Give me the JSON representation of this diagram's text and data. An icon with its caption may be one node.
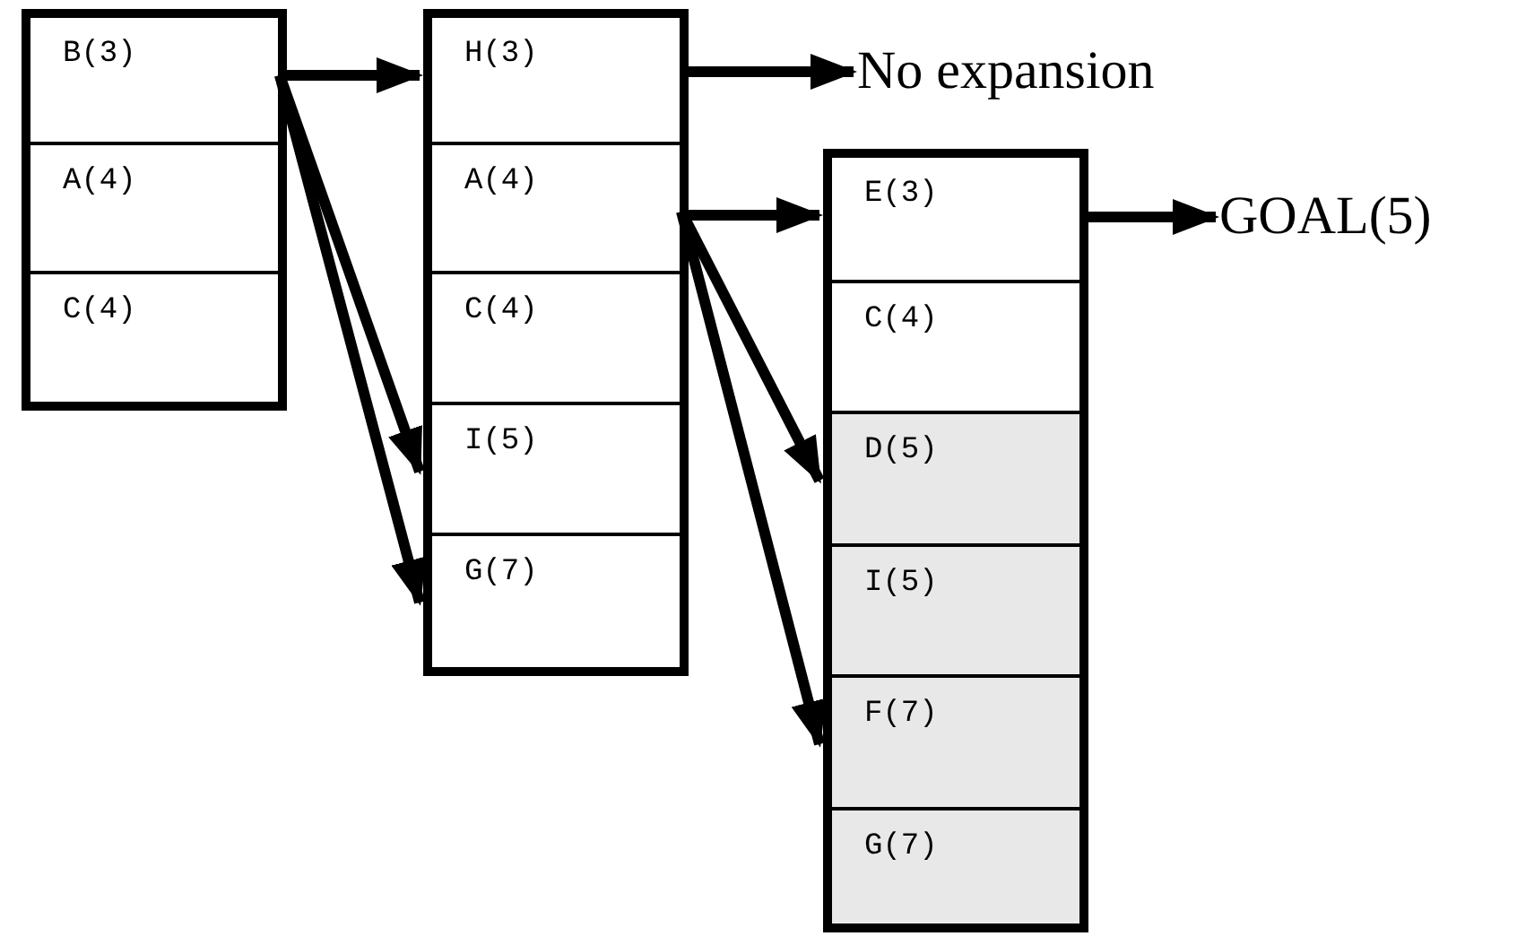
{
  "diagram": {
    "nodes": [
      {
        "text": [],
        "shape": "box"
      },
      {
        "text": [
          "B(3)"
        ],
        "in": 0
      },
      {
        "text": [
          "A(4)"
        ],
        "in": 0
      },
      {
        "text": [
          "C(4)"
        ],
        "in": 0
      },
      {
        "text": [],
        "shape": "box"
      },
      {
        "text": [
          "H(3)"
        ],
        "in": 4
      },
      {
        "text": [
          "A(4)"
        ],
        "in": 4
      },
      {
        "text": [
          "C(4)"
        ],
        "in": 4
      },
      {
        "text": [
          "I(5)"
        ],
        "in": 4
      },
      {
        "text": [
          "G(7)"
        ],
        "in": 4
      },
      {
        "text": [
          "No expansion"
        ]
      },
      {
        "text": [],
        "shape": "box"
      },
      {
        "text": [
          "E(3)"
        ],
        "in": 11
      },
      {
        "text": [
          "C(4)"
        ],
        "in": 11
      },
      {
        "text": [
          "D(5)"
        ],
        "in": 11
      },
      {
        "text": [
          "I(5)"
        ],
        "in": 11
      },
      {
        "text": [
          "F(7)"
        ],
        "in": 11
      },
      {
        "text": [
          "G(7)"
        ],
        "in": 11
      },
      {
        "text": [
          "GOAL(5)"
        ]
      }
    ],
    "edges": [
      {
        "from": 1,
        "to": 5,
        "arrow": "to"
      },
      {
        "from": 1,
        "to": 8,
        "arrow": "to"
      },
      {
        "from": 1,
        "to": 9,
        "arrow": "to"
      },
      {
        "from": 5,
        "to": 10,
        "arrow": "to"
      },
      {
        "from": 6,
        "to": 12,
        "arrow": "to"
      },
      {
        "from": 6,
        "to": 14,
        "arrow": "to"
      },
      {
        "from": 6,
        "to": 16,
        "arrow": "to"
      },
      {
        "from": 12,
        "to": 18,
        "arrow": "to"
      }
    ]
  }
}
